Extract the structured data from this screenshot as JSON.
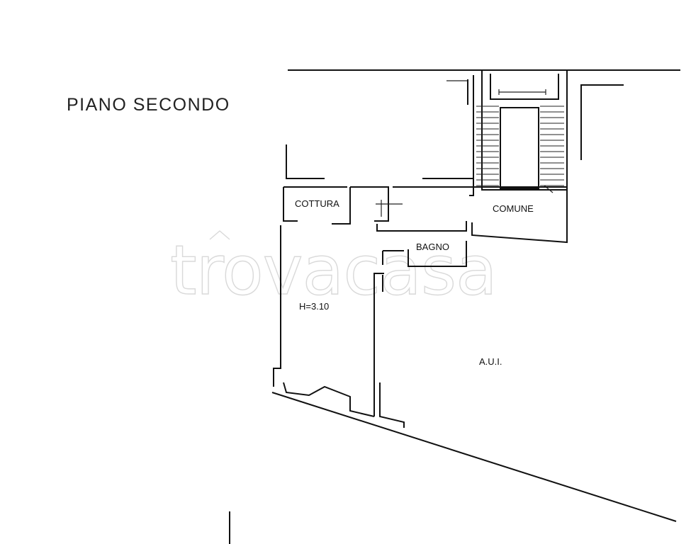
{
  "title": "PIANO SECONDO",
  "rooms": {
    "cottura": "COTTURA",
    "comune": "COMUNE",
    "bagno": "BAGNO",
    "height": "H=3.10",
    "aui": "A.U.I."
  },
  "watermark": "trovacasa",
  "colors": {
    "line": "#111111",
    "background": "#ffffff",
    "watermark": "#d9d9d9"
  }
}
